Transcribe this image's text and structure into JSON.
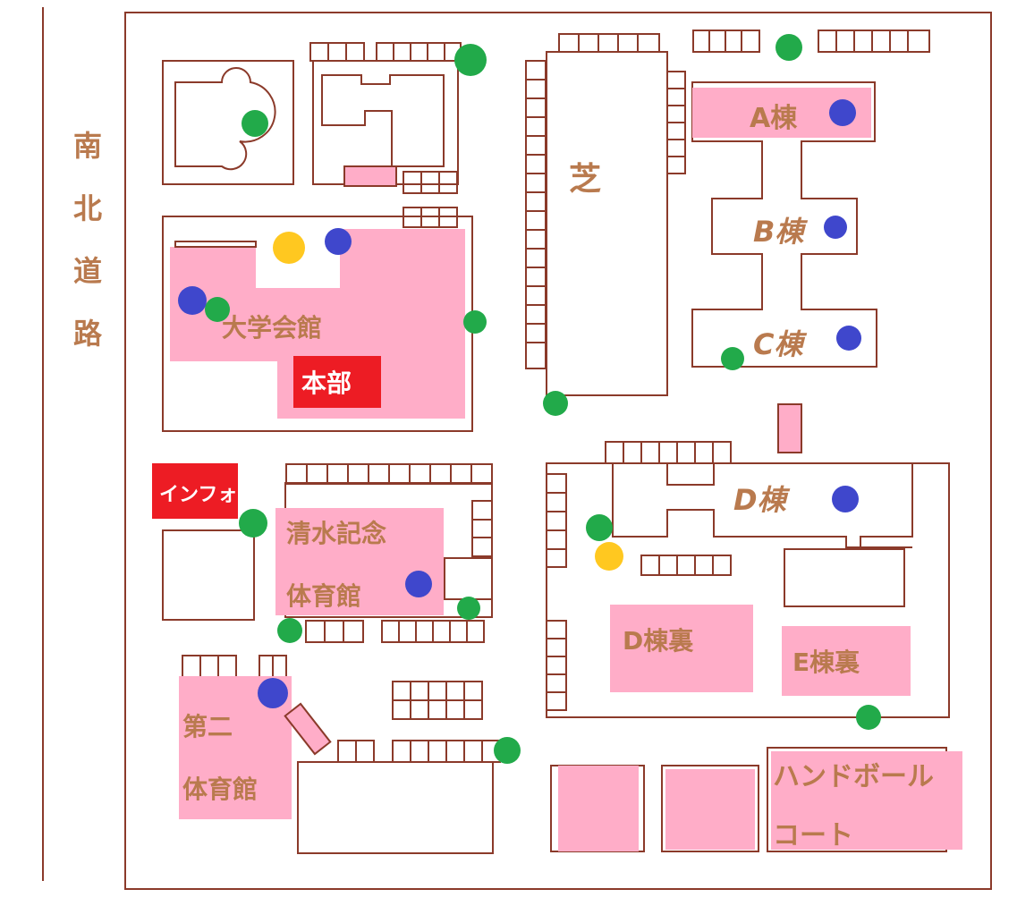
{
  "colors": {
    "outline": "#8b3a2a",
    "building_fill": "#ffadc8",
    "label_text": "#b97a4e",
    "tree": "#22aa4a",
    "blue_marker": "#3f47cc",
    "yellow_marker": "#ffc820",
    "hq_red": "#ed1c24",
    "hq_text": "#ffffff"
  },
  "road": {
    "chars": [
      "南",
      "北",
      "道",
      "路"
    ]
  },
  "buildings": {
    "building_a": "A棟",
    "building_b": "B棟",
    "building_c": "C棟",
    "building_d": "D棟",
    "lawn": "芝",
    "university_hall": "大学会館",
    "headquarters": "本部",
    "info": "インフォ",
    "shimizu_gym_line1": "清水記念",
    "shimizu_gym_line2": "体育館",
    "second_gym_line1": "第二",
    "second_gym_line2": "体育館",
    "d_back": "D棟裏",
    "e_back": "E棟裏",
    "handball_line1": "ハンドボール",
    "handball_line2": "コート"
  },
  "marker_icons": [
    "tree-icon",
    "blue-dot-icon",
    "yellow-dot-icon"
  ]
}
